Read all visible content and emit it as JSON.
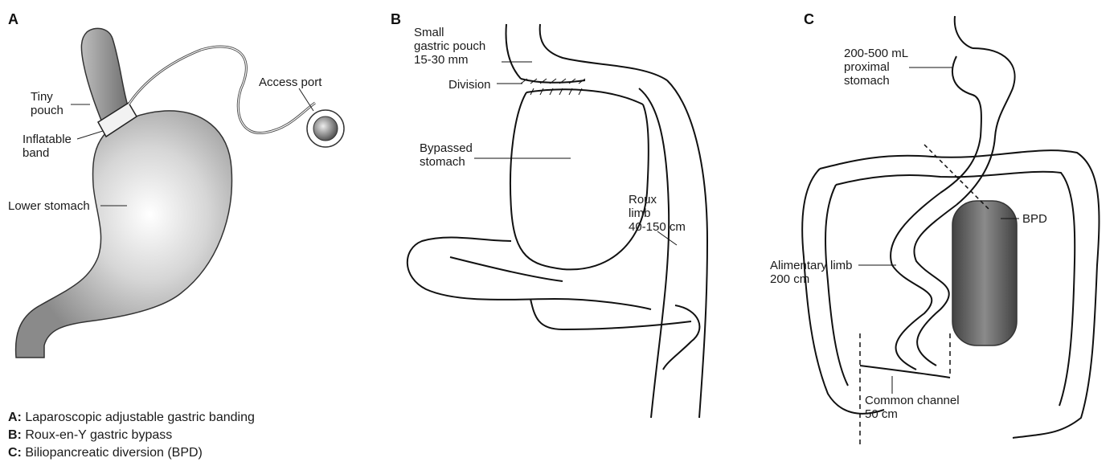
{
  "panels": {
    "a": {
      "letter": "A",
      "labels": {
        "tiny_pouch": "Tiny\npouch",
        "inflatable_band": "Inflatable\nband",
        "lower_stomach": "Lower stomach",
        "access_port": "Access port"
      }
    },
    "b": {
      "letter": "B",
      "labels": {
        "small_pouch": "Small\ngastric pouch\n15-30 mm",
        "division": "Division",
        "bypassed_stomach": "Bypassed\nstomach",
        "roux_limb": "Roux\nlimb\n40-150 cm"
      }
    },
    "c": {
      "letter": "C",
      "labels": {
        "proximal_stomach": "200-500 mL\nproximal\nstomach",
        "bpd": "BPD",
        "alimentary_limb": "Alimentary limb\n200 cm",
        "common_channel": "Common channel\n50 cm"
      }
    }
  },
  "legend": [
    {
      "key": "A:",
      "text": " Laparoscopic adjustable gastric banding"
    },
    {
      "key": "B:",
      "text": " Roux-en-Y gastric bypass"
    },
    {
      "key": "C:",
      "text": " Biliopancreatic diversion (BPD)"
    }
  ]
}
